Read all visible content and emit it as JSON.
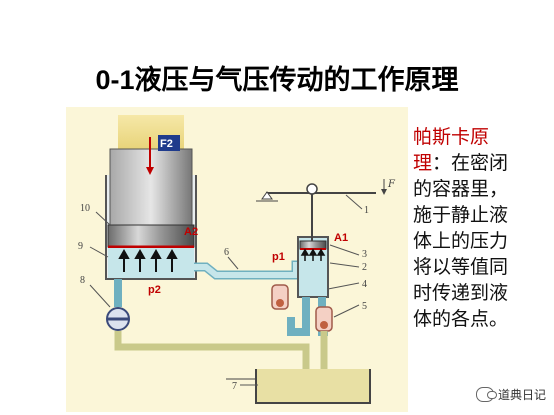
{
  "title": {
    "number": "0-1",
    "text": "液压与气压传动的工作原理"
  },
  "diagram": {
    "labels": {
      "f2": "F2",
      "a2": "A2",
      "a1": "A1",
      "p1": "p1",
      "p2": "p2",
      "f": "F",
      "n1": "1",
      "n2": "2",
      "n3": "3",
      "n4": "4",
      "n5": "5",
      "n6": "6",
      "n7": "7",
      "n8": "8",
      "n9": "9",
      "n10": "10"
    }
  },
  "principle": {
    "highlight": "帕斯卡原理",
    "body": "：在密闭的容器里，施于静止液体上的压力将以等值同时传递到液体的各点。"
  },
  "watermark": {
    "text": "道典日记"
  },
  "colors": {
    "fluid": "#c6e6ea",
    "pipe_edge": "#6fb0c0",
    "background": "#fbf6d8",
    "highlight": "#c00000"
  }
}
